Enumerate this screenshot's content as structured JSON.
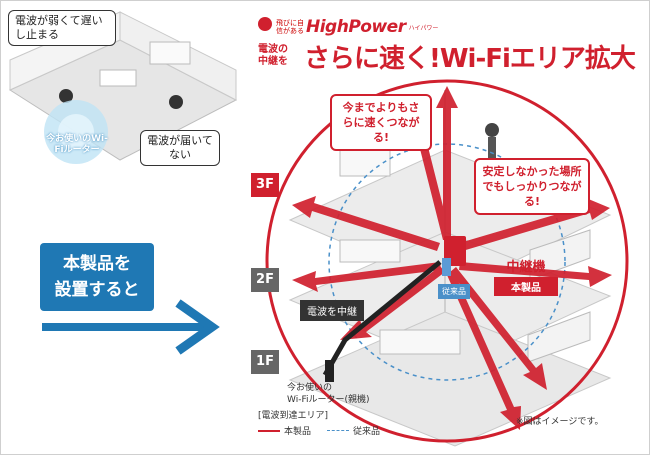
{
  "left_scene": {
    "bubble_weak": "電波が弱くて遅いし止まる",
    "bubble_none": "電波が届いてない",
    "router_label": "今お使いのWi-Fiルーター"
  },
  "callout": {
    "line1": "本製品を",
    "line2": "設置すると"
  },
  "brand": {
    "tagline": "飛びに自信がある",
    "name": "HighPower",
    "reading": "ハイパワー"
  },
  "headline": {
    "small_line1": "電波の",
    "small_line2": "中継を",
    "big": "さらに速く!Wi-Fiエリア拡大"
  },
  "floors": {
    "f3": "3F",
    "f2": "2F",
    "f1": "1F"
  },
  "bubbles": {
    "faster": "今までよりもさらに速くつながる!",
    "stable": "安定しなかった場所でもしっかりつながる!"
  },
  "relay": {
    "name": "中継機",
    "badge": "本製品",
    "relay_tag": "電波を中継",
    "old_tag": "従来品",
    "router_caption_line1": "今お使いの",
    "router_caption_line2": "Wi-Fiルーター(親機)"
  },
  "legend": {
    "title": "[電波到達エリア]",
    "solid": "本製品",
    "dashed": "従来品"
  },
  "note": "※図はイメージです。",
  "colors": {
    "brand_red": "#d0202e",
    "accent_blue": "#1f78b4",
    "dashed_blue": "#4a90c9"
  }
}
